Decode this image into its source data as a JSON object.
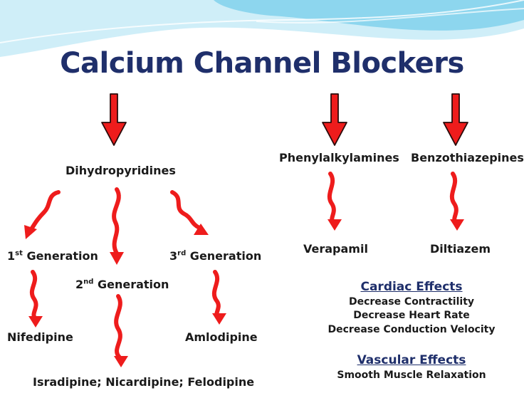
{
  "title": "Calcium Channel Blockers",
  "classes": {
    "dihydropyridines": "Dihydropyridines",
    "phenylalkylamines": "Phenylalkylamines",
    "benzothiazepines": "Benzothiazepines"
  },
  "generations": {
    "first": {
      "num": "1",
      "sup": "st",
      "text": " Generation",
      "drug": "Nifedipine"
    },
    "second": {
      "num": "2",
      "sup": "nd",
      "text": " Generation",
      "drug": "Isradipine; Nicardipine; Felodipine"
    },
    "third": {
      "num": "3",
      "sup": "rd",
      "text": " Generation",
      "drug": "Amlodipine"
    }
  },
  "drugs": {
    "verapamil": "Verapamil",
    "diltiazem": "Diltiazem"
  },
  "cardiac": {
    "heading": "Cardiac Effects",
    "items": [
      "Decrease Contractility",
      "Decrease Heart Rate",
      "Decrease Conduction Velocity"
    ]
  },
  "vascular": {
    "heading": "Vascular Effects",
    "items": [
      "Smooth Muscle Relaxation"
    ]
  },
  "colors": {
    "arrow": "#ee1c1c",
    "arrow_outline": "#2a0a0a",
    "title": "#1f2f6b",
    "wave_light": "#cfeef8",
    "wave_mid": "#8dd6ee"
  }
}
